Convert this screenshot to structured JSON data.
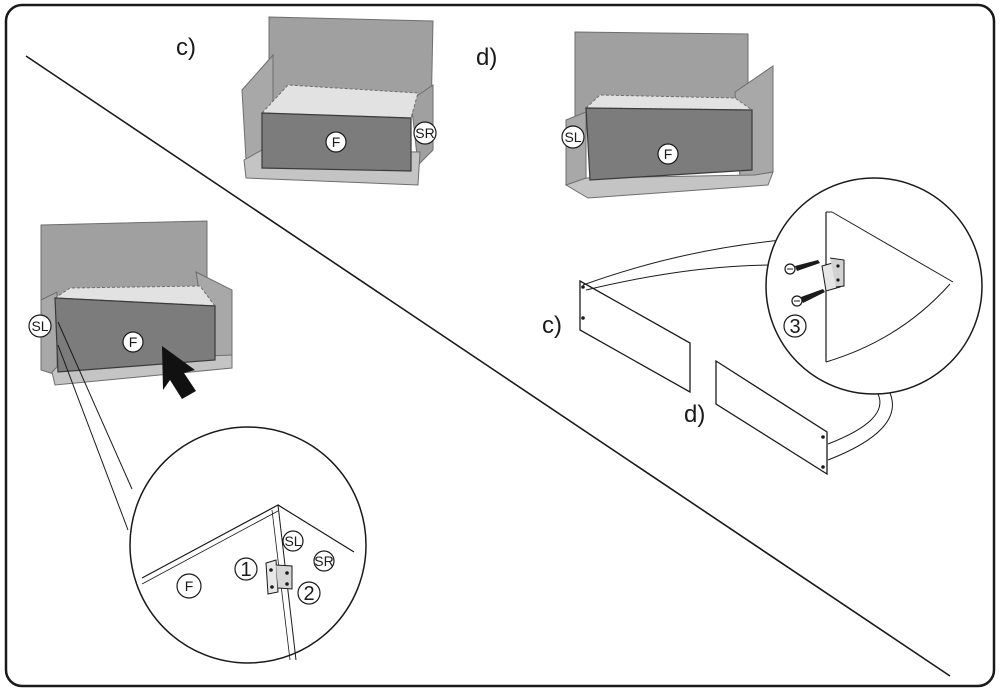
{
  "steps": {
    "c": "c)",
    "d": "d)"
  },
  "parts": {
    "front": "F",
    "side_left": "SL",
    "side_right": "SR"
  },
  "callouts": {
    "n1": "1",
    "n2": "2",
    "n3": "3"
  },
  "colors": {
    "panel_gray": "#a0a0a0",
    "front_gray": "#7c7c7c",
    "base_gray": "#c4c4c4",
    "line": "#1a1a1a"
  }
}
